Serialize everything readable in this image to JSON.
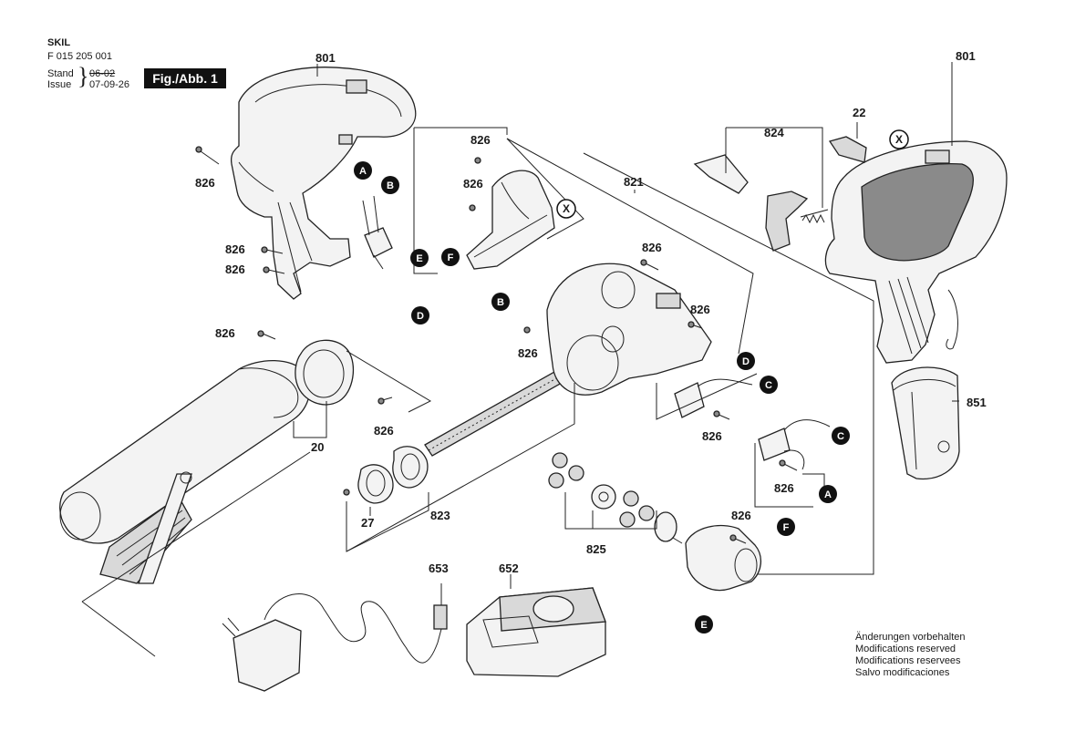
{
  "header": {
    "brand": "SKIL",
    "doc_number": "F 015 205 001",
    "stand_label": "Stand",
    "issue_label": "Issue",
    "stand_value": "06-02",
    "issue_value": "07-09-26",
    "figure_label": "Fig./Abb. 1"
  },
  "part_numbers": {
    "p801_left": "801",
    "p801_right": "801",
    "p826_a": "826",
    "p826_b": "826",
    "p826_c": "826",
    "p826_d": "826",
    "p826_e": "826",
    "p826_f": "826",
    "p826_g": "826",
    "p826_h": "826",
    "p826_i": "826",
    "p826_j": "826",
    "p826_k": "826",
    "p826_l": "826",
    "p826_m": "826",
    "p821": "821",
    "p824": "824",
    "p22": "22",
    "p851": "851",
    "p20": "20",
    "p27": "27",
    "p823": "823",
    "p825": "825",
    "p653": "653",
    "p652": "652"
  },
  "connectors": {
    "A1": "A",
    "B1": "B",
    "E1": "E",
    "F1": "F",
    "D1": "D",
    "B2": "B",
    "D2": "D",
    "C1": "C",
    "C2": "C",
    "A2": "A",
    "F2": "F",
    "E2": "E",
    "X1": "X",
    "X2": "X"
  },
  "notes": [
    "Änderungen vorbehalten",
    "Modifications reserved",
    "Modifications reservees",
    "Salvo modificaciones"
  ]
}
